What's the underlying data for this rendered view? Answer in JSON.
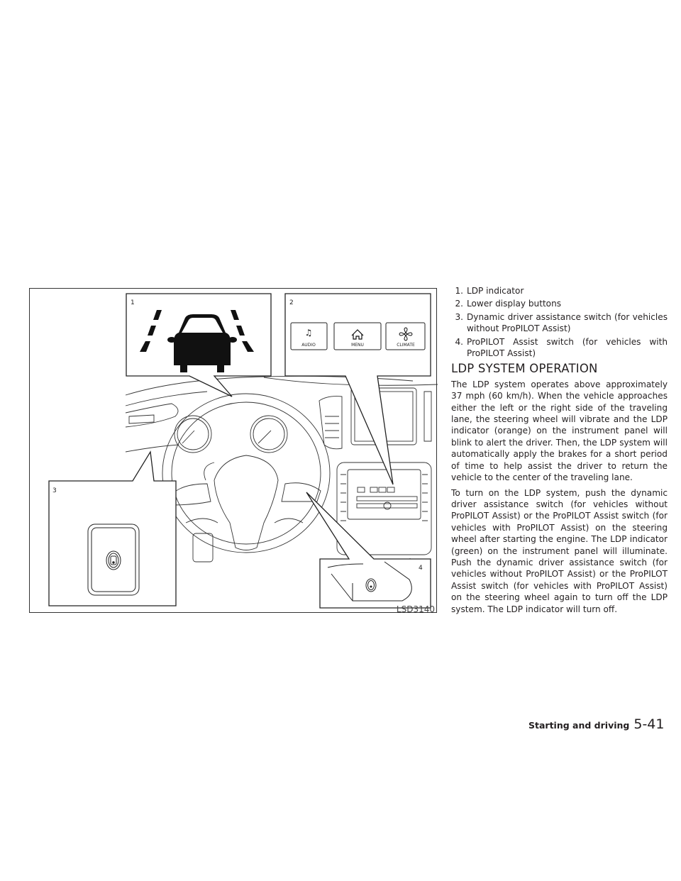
{
  "figure": {
    "code": "LSD3140",
    "callouts": [
      "1",
      "2",
      "3",
      "4"
    ],
    "buttons": [
      {
        "label": "AUDIO",
        "icon": "music-note-icon"
      },
      {
        "label": "MENU",
        "icon": "home-icon"
      },
      {
        "label": "CLIMATE",
        "icon": "fan-icon"
      }
    ]
  },
  "legend": [
    {
      "num": "1.",
      "text": "LDP indicator"
    },
    {
      "num": "2.",
      "text": "Lower display buttons"
    },
    {
      "num": "3.",
      "text": "Dynamic driver assistance switch (for vehicles without ProPILOT Assist)"
    },
    {
      "num": "4.",
      "text": "ProPILOT Assist switch (for vehicles with ProPILOT Assist)"
    }
  ],
  "section_title": "LDP SYSTEM OPERATION",
  "paragraphs": [
    "The LDP system operates above approxi­mately 37 mph (60 km/h). When the vehicle approaches either the left or the right side of the traveling lane, the steering wheel will vi­brate and the LDP indicator (orange) on the instrument panel will blink to alert the driver. Then, the LDP system will automatically ap­ply the brakes for a short period of time to help assist the driver to return the vehicle to the center of the traveling lane.",
    "To turn on the LDP system, push the dynamic driver assistance switch (for vehicles without ProPILOT Assist) or the ProPILOT Assist switch (for vehicles with ProPILOT Assist) on the steering wheel after starting the engine. The LDP indicator (green) on the instrument panel will illuminate. Push the dynamic driver assistance switch (for vehicles without Pro­PILOT Assist) or the ProPILOT Assist switch (for vehicles with ProPILOT Assist) on the steering wheel again to turn off the LDP system. The LDP indicator will turn off."
  ],
  "footer": {
    "section": "Starting and driving",
    "page": "5-41"
  }
}
